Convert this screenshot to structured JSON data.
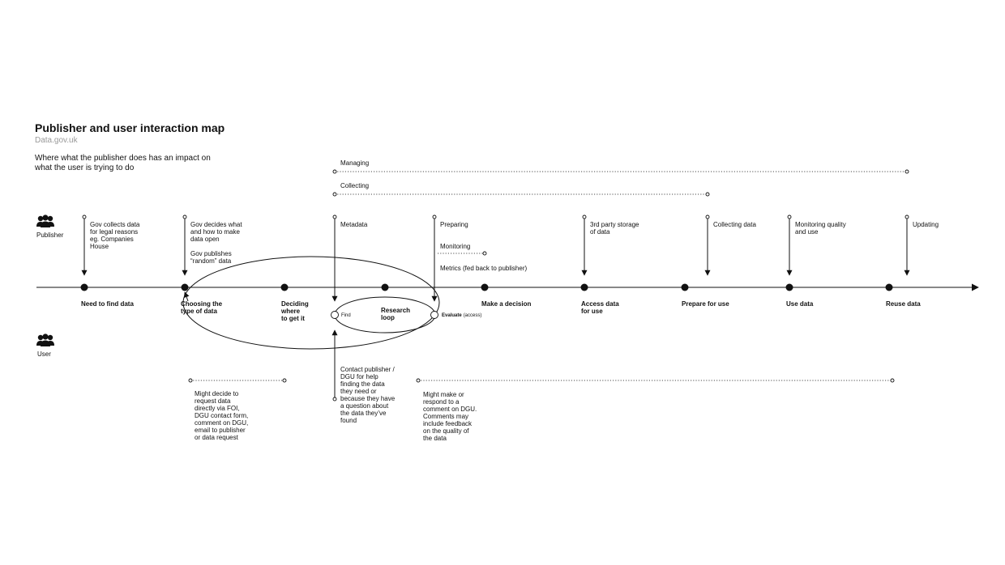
{
  "header": {
    "title": "Publisher and user interaction map",
    "subtitle": "Data.gov.uk",
    "description_lines": [
      "Where what the publisher does has an impact on",
      "what the user is trying to do"
    ]
  },
  "lanes": {
    "publisher": {
      "label": "Publisher",
      "icon": "people-icon"
    },
    "user": {
      "label": "User",
      "icon": "people-icon"
    }
  },
  "ranges": {
    "managing": "Managing",
    "collecting": "Collecting",
    "monitoring": "Monitoring"
  },
  "stages": [
    {
      "lines": [
        "Need to find data"
      ]
    },
    {
      "lines": [
        "Choosing the",
        "type of data"
      ]
    },
    {
      "lines": [
        "Deciding",
        "where",
        "to get it"
      ]
    },
    {
      "lines": []
    },
    {
      "lines": [
        "Make a decision"
      ]
    },
    {
      "lines": [
        "Access data",
        "for use"
      ]
    },
    {
      "lines": [
        "Prepare for use"
      ]
    },
    {
      "lines": [
        "Use data"
      ]
    },
    {
      "lines": [
        "Reuse data"
      ]
    }
  ],
  "publisher_notes": [
    {
      "lines": [
        "Gov collects data",
        "for legal reasons",
        "eg. Companies",
        "House"
      ]
    },
    {
      "lines": [
        "Gov decides what",
        "and how to make",
        "data open"
      ]
    },
    {
      "lines": [
        "Gov publishes",
        "“random” data"
      ]
    },
    {
      "lines": [
        "Metadata"
      ]
    },
    {
      "lines": [
        "Preparing"
      ]
    },
    {
      "lines": [
        "Metrics (fed back to publisher)"
      ]
    },
    {
      "lines": [
        "3rd party storage",
        "of data"
      ]
    },
    {
      "lines": [
        "Collecting data"
      ]
    },
    {
      "lines": [
        "Monitoring quality",
        "and use"
      ]
    },
    {
      "lines": [
        "Updating"
      ]
    }
  ],
  "research_loop": {
    "label_lines": [
      "Research",
      "loop"
    ],
    "find": "Find",
    "evaluate": "Evaluate",
    "evaluate_note": "(access)"
  },
  "user_notes": [
    {
      "lines": [
        "Might decide to",
        "request data",
        "directly via FOI,",
        "DGU contact form,",
        "comment on DGU,",
        "email to publisher",
        "or data request"
      ]
    },
    {
      "lines": [
        "Contact publisher /",
        "DGU for help",
        "finding the data",
        "they need or",
        "because they have",
        "a question about",
        "the data they’ve",
        "found"
      ]
    },
    {
      "lines": [
        "Might make or",
        "respond to a",
        "comment on DGU.",
        "Comments may",
        "include feedback",
        "on the quality of",
        "the data"
      ]
    }
  ]
}
